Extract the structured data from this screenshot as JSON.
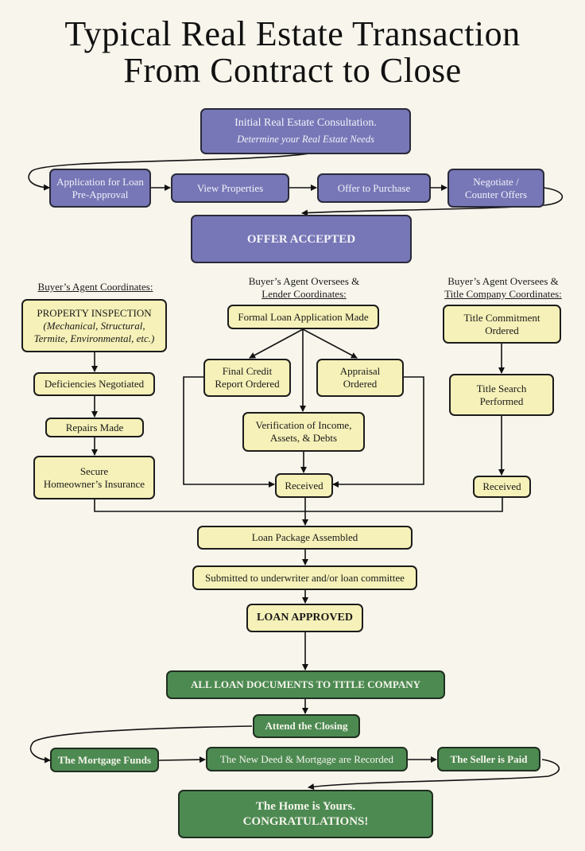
{
  "title": {
    "line1": "Typical Real Estate Transaction",
    "line2": "From Contract to Close"
  },
  "colors": {
    "background": "#f8f5ec",
    "phase_initial": "#7777b7",
    "phase_coordination": "#f6f1b8",
    "phase_closing": "#4d8a52"
  },
  "initial": {
    "consultation": {
      "line1": "Initial Real Estate Consultation.",
      "line2": "Determine your Real Estate Needs"
    },
    "preapproval": {
      "line1": "Application for Loan",
      "line2": "Pre-Approval"
    },
    "view_properties": "View Properties",
    "offer_to_purchase": "Offer to Purchase",
    "negotiate": {
      "line1": "Negotiate /",
      "line2": "Counter Offers"
    },
    "offer_accepted": "OFFER ACCEPTED"
  },
  "buyer_agent_column": {
    "header": "Buyer’s Agent Coordinates:",
    "inspection": {
      "line1": "PROPERTY INSPECTION",
      "line2": "(Mechanical, Structural,",
      "line3": "Termite, Environmental, etc.)"
    },
    "deficiencies": "Deficiencies Negotiated",
    "repairs": "Repairs Made",
    "insurance": {
      "line1": "Secure",
      "line2": "Homeowner’s Insurance"
    }
  },
  "lender_column": {
    "header_line1": "Buyer’s Agent Oversees &",
    "header_line2": "Lender Coordinates:",
    "loan_application": "Formal Loan Application Made",
    "credit_report": {
      "line1": "Final Credit",
      "line2": "Report Ordered"
    },
    "appraisal": {
      "line1": "Appraisal",
      "line2": "Ordered"
    },
    "verification": {
      "line1": "Verification of Income,",
      "line2": "Assets, & Debts"
    },
    "received": "Received"
  },
  "title_column": {
    "header_line1": "Buyer’s Agent Oversees &",
    "header_line2": "Title Company Coordinates:",
    "commitment": {
      "line1": "Title Commitment",
      "line2": "Ordered"
    },
    "search": {
      "line1": "Title Search",
      "line2": "Performed"
    },
    "received": "Received"
  },
  "underwriting": {
    "package": "Loan Package Assembled",
    "submitted": "Submitted to underwriter and/or loan committee",
    "approved": "LOAN APPROVED"
  },
  "closing": {
    "documents": "ALL LOAN DOCUMENTS TO TITLE COMPANY",
    "attend": "Attend the Closing",
    "funds": "The Mortgage Funds",
    "recorded": "The New Deed & Mortgage are Recorded",
    "seller_paid": "The Seller is Paid",
    "final": {
      "line1": "The Home is Yours.",
      "line2": "CONGRATULATIONS!"
    }
  }
}
